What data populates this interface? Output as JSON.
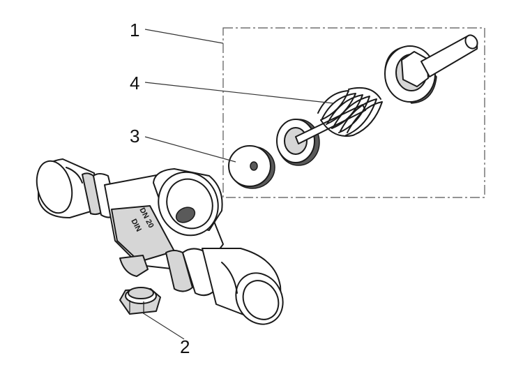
{
  "callouts": [
    {
      "id": "1",
      "label": "1"
    },
    {
      "id": "2",
      "label": "2"
    },
    {
      "id": "3",
      "label": "3"
    },
    {
      "id": "4",
      "label": "4"
    }
  ],
  "embossing": {
    "line1": "DN 20",
    "line2": "DIN"
  },
  "colors": {
    "line": "#1a1a1a",
    "fill_light": "#d6d6d6",
    "fill_dark": "#5a5a5a",
    "background": "#ffffff"
  }
}
